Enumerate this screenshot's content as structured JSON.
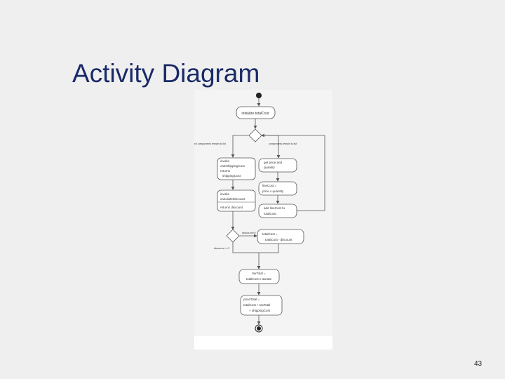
{
  "slide": {
    "title": "Activity Diagram",
    "page_number": "43"
  },
  "diagram": {
    "nodes": {
      "init": [
        "initialize totalCost"
      ],
      "calc_ship": [
        "invoke",
        "calcShippingCost",
        "returns",
        "shippingCost"
      ],
      "get_price": [
        "get price and",
        "quantity"
      ],
      "line_cost": [
        "lineCost =",
        "price x quantity"
      ],
      "calc_disc": [
        "invoke",
        "calculateDiscount"
      ],
      "ret_disc": [
        "returns discount"
      ],
      "add_line": [
        "add lineCost to",
        "totalCost"
      ],
      "apply_disc": [
        "totalCost =",
        "totalCost - discount"
      ],
      "tax": [
        "taxTotal =",
        "totalCost x taxrate"
      ],
      "price_total": [
        "priceTotal =",
        "totalCost + taxTotal",
        "+ shippingCost"
      ]
    },
    "guards": {
      "no_more": "no components remain to list",
      "more": "components remain to list",
      "disc_pos": "discount>0",
      "disc_zero": "discount = 0"
    }
  }
}
